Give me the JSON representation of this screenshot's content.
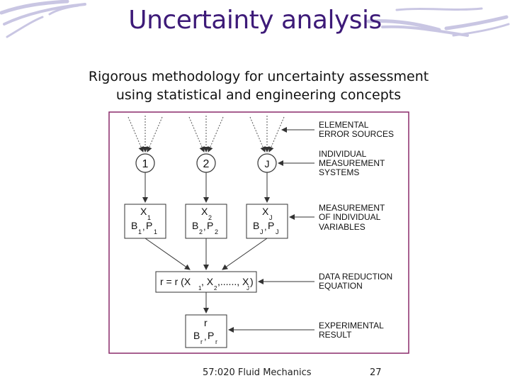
{
  "slide": {
    "title": "Uncertainty analysis",
    "subtitle_line1": "Rigorous methodology for uncertainty assessment",
    "subtitle_line2": "using statistical and engineering concepts",
    "course": "57:020 Fluid Mechanics",
    "page_number": "27"
  },
  "diagram": {
    "labels": {
      "elemental_1": "ELEMENTAL",
      "elemental_2": "ERROR SOURCES",
      "individual_1": "INDIVIDUAL",
      "individual_2": "MEASUREMENT",
      "individual_3": "SYSTEMS",
      "measurement_1": "MEASUREMENT",
      "measurement_2": "OF INDIVIDUAL",
      "measurement_3": "VARIABLES",
      "data_1": "DATA REDUCTION",
      "data_2": "EQUATION",
      "result_1": "EXPERIMENTAL",
      "result_2": "RESULT"
    },
    "systems": [
      "1",
      "2",
      "J"
    ],
    "variables": [
      {
        "x": "X",
        "x_sub": "1",
        "b": "B",
        "b_sub": "1",
        "p": "P",
        "p_sub": "1"
      },
      {
        "x": "X",
        "x_sub": "2",
        "b": "B",
        "b_sub": "2",
        "p": "P",
        "p_sub": "2"
      },
      {
        "x": "X",
        "x_sub": "J",
        "b": "B",
        "b_sub": "J",
        "p": "P",
        "p_sub": "J"
      }
    ],
    "equation": {
      "lhs": "r = r (X",
      "sub1": "1",
      "mid1": ", X",
      "sub2": "2",
      "mid2": ",......, X",
      "sub3": "J",
      "end": ")"
    },
    "result": {
      "r": "r",
      "b": "B",
      "b_sub": "r",
      "p": "P",
      "p_sub": "r"
    }
  }
}
